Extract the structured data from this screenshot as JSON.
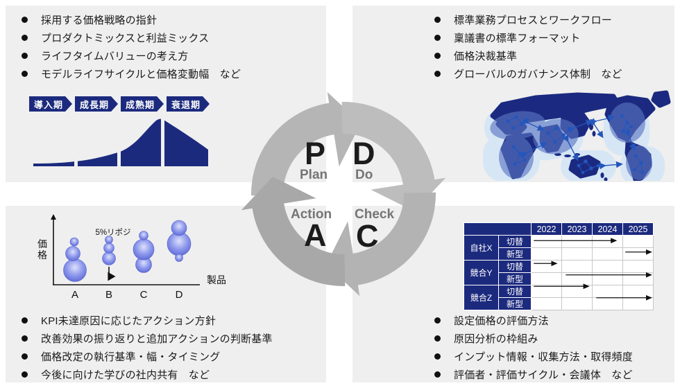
{
  "slide": {
    "cycle": {
      "plan": {
        "letter": "P",
        "label": "Plan"
      },
      "do": {
        "letter": "D",
        "label": "Do"
      },
      "check": {
        "letter": "C",
        "label": "Check"
      },
      "action": {
        "letter": "A",
        "label": "Action"
      }
    },
    "plan_bullets": [
      "採用する価格戦略の指針",
      "プロダクトミックスと利益ミックス",
      "ライフタイムバリューの考え方",
      "モデルライフサイクルと価格変動幅　など"
    ],
    "do_bullets": [
      "標準業務プロセスとワークフロー",
      "稟議書の標準フォーマット",
      "価格決裁基準",
      "グローバルのガバナンス体制　など"
    ],
    "check_bullets": [
      "設定価格の評価方法",
      "原因分析の枠組み",
      "インプット情報・収集方法・取得頻度",
      "評価者・評価サイクル・会議体　など"
    ],
    "action_bullets": [
      "KPI未達原因に応じたアクション方針",
      "改善効果の振り返りと追加アクションの判断基準",
      "価格改定の執行基準・幅・タイミング",
      "今後に向けた学びの社内共有　など"
    ],
    "lifecycle_stages": [
      "導入期",
      "成長期",
      "成熟期",
      "衰退期"
    ],
    "bubble": {
      "y_axis": "価格",
      "x_axis": "製品",
      "annotation": "5%リポジ",
      "categories": [
        "A",
        "B",
        "C",
        "D"
      ]
    },
    "gantt": {
      "years": [
        "2022",
        "2023",
        "2024",
        "2025"
      ],
      "rows": [
        {
          "group": "自社X",
          "sub": "切替",
          "from": 0.05,
          "to": 2.75
        },
        {
          "group": "",
          "sub": "新型",
          "from": 3.05,
          "to": 3.9
        },
        {
          "group": "競合Y",
          "sub": "切替",
          "from": 0.05,
          "to": 0.8
        },
        {
          "group": "",
          "sub": "新型",
          "from": 1.1,
          "to": 3.9
        },
        {
          "group": "競合Z",
          "sub": "切替",
          "from": 0.05,
          "to": 1.85
        },
        {
          "group": "",
          "sub": "新型",
          "from": 2.1,
          "to": 3.9
        }
      ]
    },
    "colors": {
      "navy": "#1c2a7e",
      "panel_gray": "#efefef",
      "ring_gray": "#b1b1b1",
      "node_blue": "#2456bd",
      "region_blue": "#d6e6f5",
      "bubble_violet": "#6b77dd"
    }
  },
  "chart_data": [
    {
      "type": "area",
      "title": "製品ライフサイクル曲線",
      "categories": [
        "導入期",
        "成長期",
        "成熟期",
        "衰退期"
      ],
      "values": [
        0.1,
        0.3,
        1.0,
        0.65
      ],
      "xlabel": "",
      "ylabel": "",
      "note": "bell curve split into 4 phase segments, navy fill"
    },
    {
      "type": "scatter",
      "title": "価格ポジショニング（バブル）",
      "categories": [
        "A",
        "B",
        "C",
        "D"
      ],
      "values": [
        1,
        2,
        3,
        4
      ],
      "xlabel": "製品",
      "ylabel": "価格",
      "annotations": [
        "5%リポジ (下向き矢印, 製品B)"
      ]
    },
    {
      "type": "table",
      "title": "モデル切替・新型投入タイムライン",
      "columns": [
        "",
        "",
        "2022",
        "2023",
        "2024",
        "2025"
      ],
      "rows": [
        [
          "自社X",
          "切替",
          "2022→2024末"
        ],
        [
          "自社X",
          "新型",
          "2025"
        ],
        [
          "競合Y",
          "切替",
          "2022内"
        ],
        [
          "競合Y",
          "新型",
          "2023→2025末"
        ],
        [
          "競合Z",
          "切替",
          "2022→2023末"
        ],
        [
          "競合Z",
          "新型",
          "2024→2025末"
        ]
      ]
    }
  ]
}
